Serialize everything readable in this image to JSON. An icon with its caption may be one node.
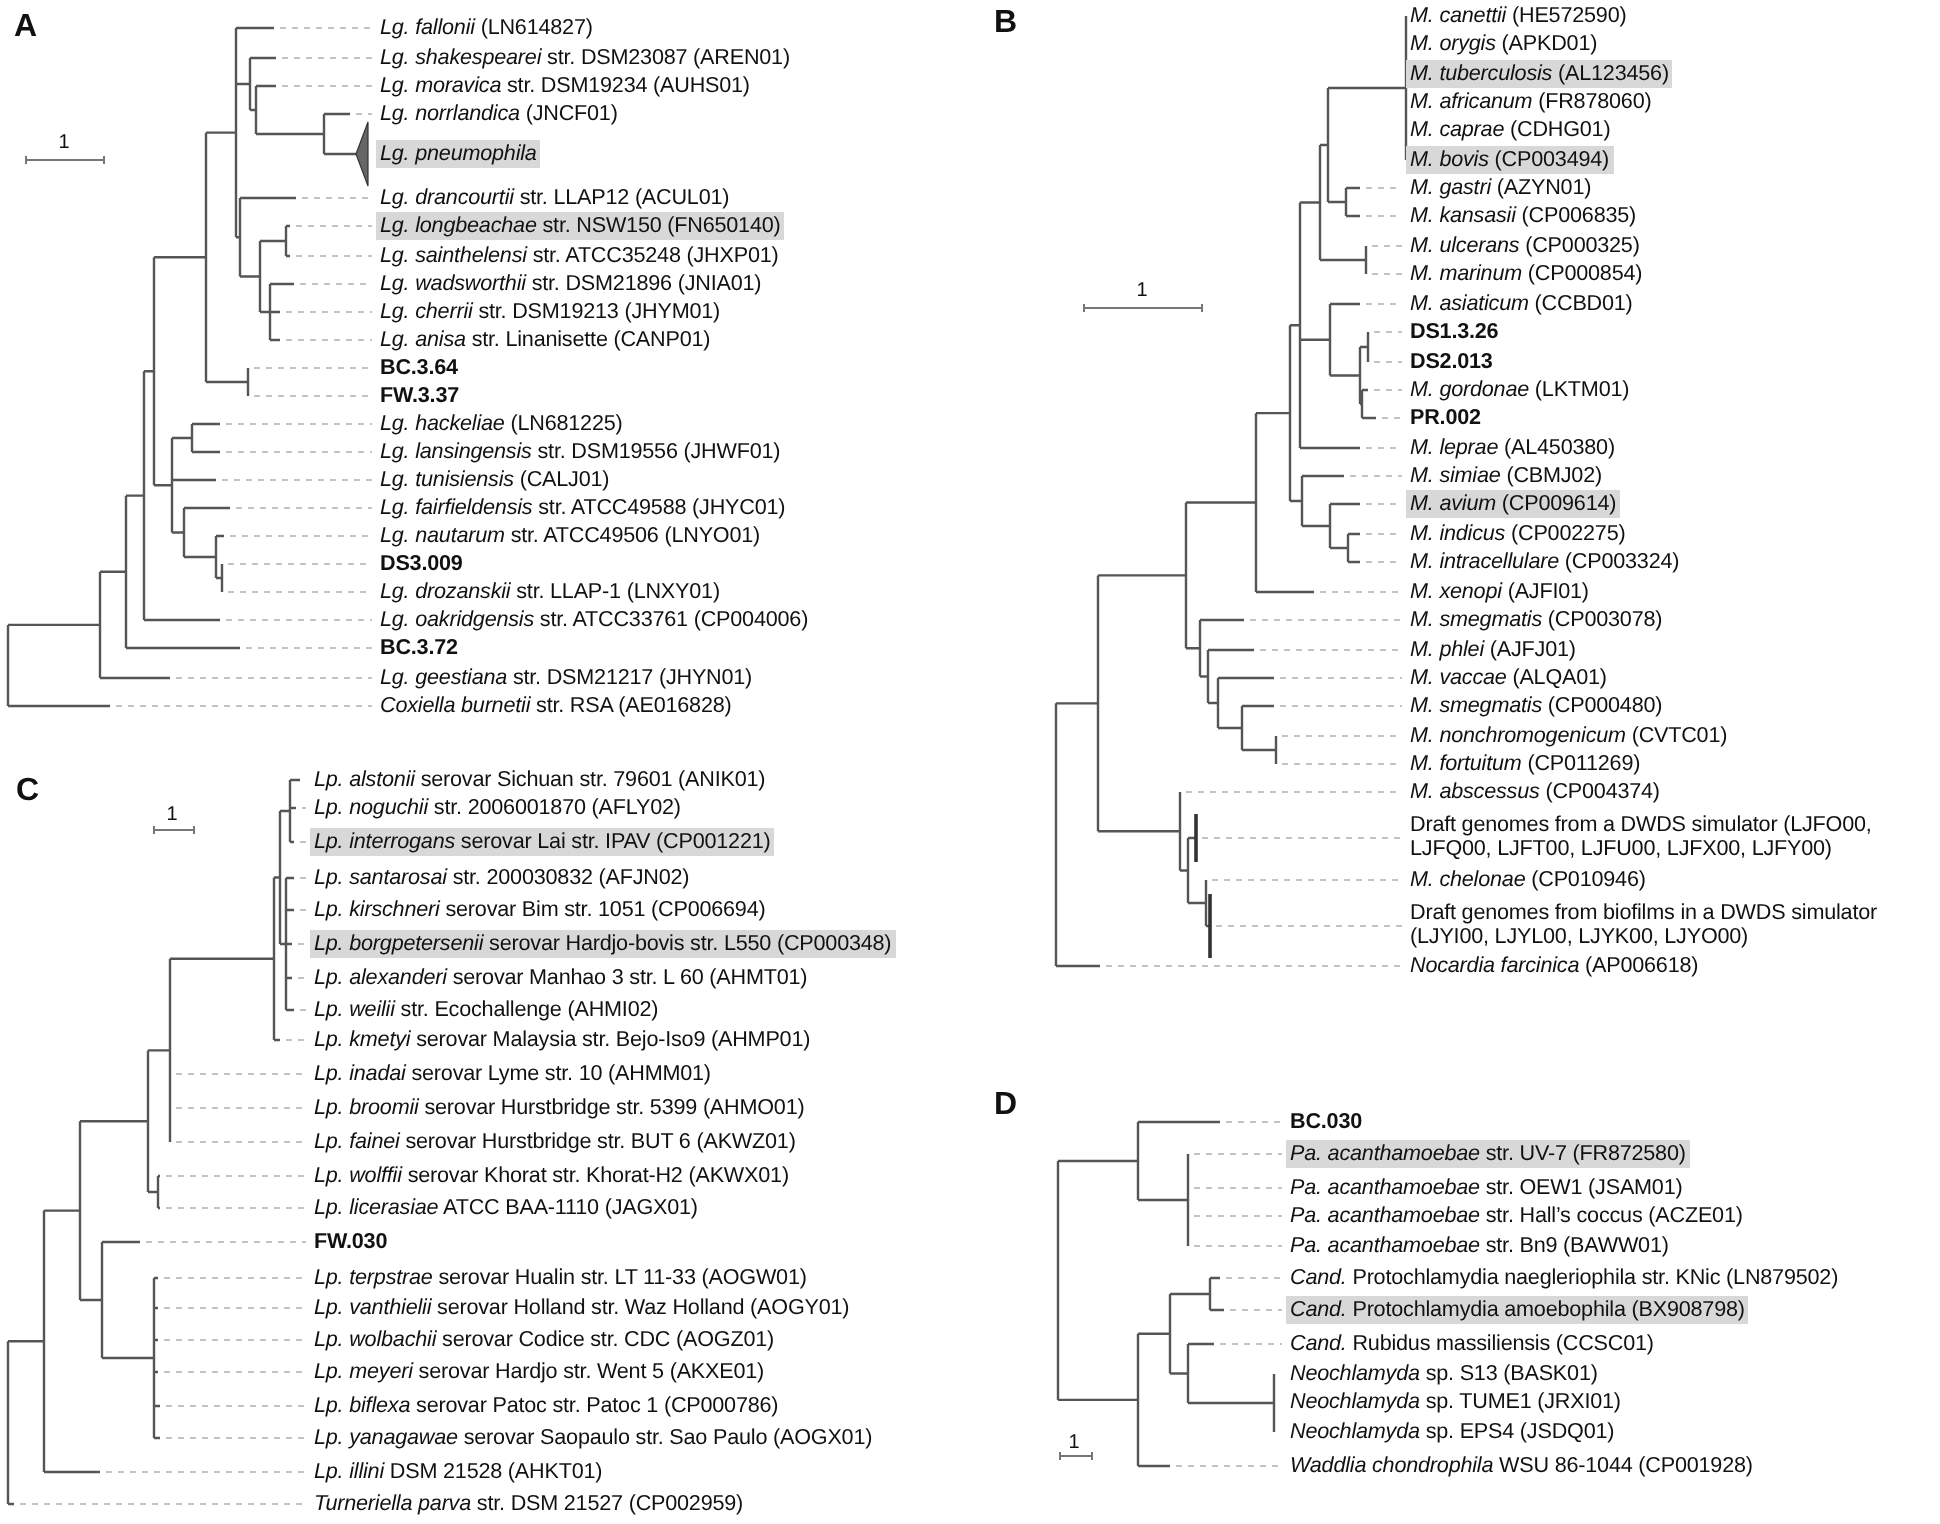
{
  "diagram": {
    "labels": [
      "A",
      "1",
      "*Lg. fallonii* (LN614827)",
      "*Lg. shakespearei* str. DSM23087 (AREN01)",
      "*Lg. moravica* str. DSM19234 (AUHS01)",
      "*Lg. norrlandica* (JNCF01)",
      "Lg. pneumophila",
      "*Lg. drancourtii* str. LLAP12 (ACUL01)",
      "*Lg. longbeachae* str. NSW150 (FN650140)",
      "*Lg. sainthelensi* str. ATCC35248 (JHXP01)",
      "*Lg. wadsworthii* str. DSM21896 (JNIA01)",
      "*Lg. cherrii* str. DSM19213 (JHYM01)",
      "*Lg. anisa* str. Linanisette (CANP01)",
      "BC.3.64",
      "FW.3.37",
      "*Lg. hackeliae* (LN681225)",
      "*Lg. lansingensis* str. DSM19556 (JHWF01)",
      "*Lg. tunisiensis* (CALJ01)",
      "*Lg. fairfieldensis* str. ATCC49588 (JHYC01)",
      "*Lg. nautarum* str. ATCC49506 (LNYO01)",
      "DS3.009",
      "*Lg. drozanskii* str. LLAP-1 (LNXY01)",
      "*Lg. oakridgensis* str. ATCC33761 (CP004006)",
      "BC.3.72",
      "*Lg. geestiana* str. DSM21217 (JHYN01)",
      "*Coxiella burnetii* str. RSA (AE016828)",
      "B",
      "1",
      "*M. canettii* (HE572590)",
      "*M. orygis* (APKD01)",
      "*M. tuberculosis* (AL123456)",
      "*M. africanum* (FR878060)",
      "*M. caprae* (CDHG01)",
      "*M. bovis* (CP003494)",
      "*M. gastri* (AZYN01)",
      "*M. kansasii* (CP006835)",
      "*M. ulcerans* (CP000325)",
      "*M. marinum* (CP000854)",
      "*M. asiaticum* (CCBD01)",
      "DS1.3.26",
      "DS2.013",
      "*M. gordonae* (LKTM01)",
      "PR.002",
      "*M. leprae* (AL450380)",
      "*M. simiae* (CBMJ02)",
      "*M. avium* (CP009614)",
      "*M. indicus* (CP002275)",
      "*M. intracellulare* (CP003324)",
      "*M. xenopi* (AJFI01)",
      "*M. smegmatis* (CP003078)",
      "*M. phlei* (AJFJ01)",
      "*M. vaccae* (ALQA01)",
      "*M. smegmatis* (CP000480)",
      "*M. nonchromogenicum* (CVTC01)",
      "*M. fortuitum* (CP011269)",
      "*M. abscessus* (CP004374)",
      "Draft genomes from a DWDS simulator (LJFO00, LJFQ00, LJFT00, LJFU00, LJFX00, LJFY00)",
      "*M. chelonae* (CP010946)",
      "Draft genomes from biofilms in a DWDS simulator (LJYI00, LJYL00, LJYK00, LJYO00)",
      "*Nocardia farcinica* (AP006618)",
      "C",
      "1",
      "*Lp. alstonii* serovar Sichuan str. 79601 (ANIK01)",
      "*Lp. noguchii* str. 2006001870 (AFLY02)",
      "*Lp. interrogans* serovar Lai str. IPAV (CP001221)",
      "*Lp. santarosai* str. 200030832 (AFJN02)",
      "*Lp. kirschneri* serovar Bim str. 1051 (CP006694)",
      "*Lp. borgpetersenii* serovar Hardjo-bovis str. L550 (CP000348)",
      "*Lp. alexanderi* serovar Manhao 3 str. L 60 (AHMT01)",
      "*Lp. weilii* str. Ecochallenge (AHMI02)",
      "*Lp. kmetyi* serovar Malaysia str. Bejo-Iso9 (AHMP01)",
      "*Lp. inadai* serovar Lyme str. 10 (AHMM01)",
      "*Lp. broomii* serovar Hurstbridge str. 5399 (AHMO01)",
      "*Lp. fainei* serovar Hurstbridge str. BUT 6 (AKWZ01)",
      "*Lp. wolffii* serovar Khorat str. Khorat-H2 (AKWX01)",
      "*Lp. licerasiae* ATCC BAA-1110 (JAGX01)",
      "FW.030",
      "*Lp. terpstrae* serovar Hualin str. LT 11-33 (AOGW01)",
      "*Lp. vanthielii* serovar Holland str. Waz Holland (AOGY01)",
      "*Lp. wolbachii* serovar Codice str. CDC (AOGZ01)",
      "*Lp. meyeri* serovar Hardjo str. Went 5 (AKXE01)",
      "*Lp. biflexa* serovar Patoc str. Patoc 1 (CP000786)",
      "*Lp. yanagawae* serovar Saopaulo str. Sao Paulo (AOGX01)",
      "*Lp. illini* DSM 21528 (AHKT01)",
      "*Turneriella parva* str. DSM 21527 (CP002959)",
      "D",
      "BC.030",
      "*Pa. acanthamoebae* str. UV-7 (FR872580)",
      "*Pa. acanthamoebae* str. OEW1 (JSAM01)",
      "*Pa. acanthamoebae* str. Hall’s coccus (ACZE01)",
      "*Pa. acanthamoebae* str. Bn9 (BAWW01)",
      "*Cand.* Protochlamydia naegleriophila str. KNic (LN879502)",
      "*Cand.* Protochlamydia amoebophila (BX908798)",
      "*Cand.* Rubidus massiliensis (CCSC01)",
      "*Neochlamyda* sp. S13 (BASK01)",
      "*Neochlamyda* sp. TUME1 (JRXI01)",
      "*Neochlamyda* sp. EPS4 (JSDQ01)",
      "*Waddlia chondrophila* WSU 86-1044 (CP001928)",
      "1"
    ]
  }
}
